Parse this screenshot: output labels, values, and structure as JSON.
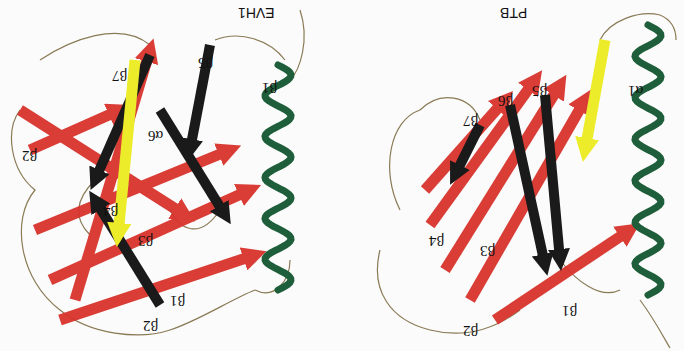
{
  "diagram": {
    "labels": [
      "EVH1",
      "β7",
      "β5",
      "α6",
      "β1",
      "β2",
      "β4",
      "β3",
      "β1",
      "β2",
      "PTB",
      "β7",
      "β6",
      "β5",
      "α1",
      "β4",
      "β3",
      "β1",
      "β2"
    ]
  }
}
